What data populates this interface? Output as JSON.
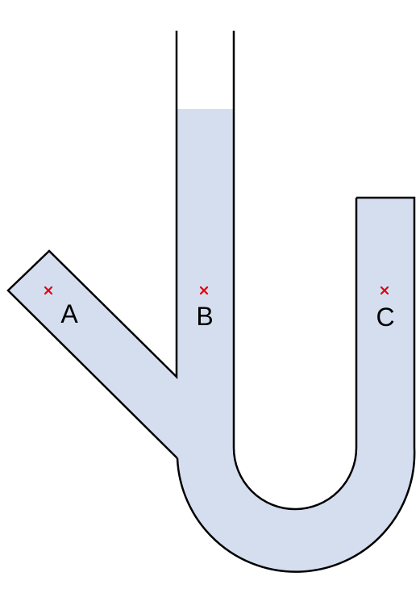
{
  "diagram": {
    "points": [
      {
        "id": "a",
        "label": "A"
      },
      {
        "id": "b",
        "label": "B"
      },
      {
        "id": "c",
        "label": "C"
      }
    ]
  },
  "colors": {
    "liquid": "#d5deef",
    "tube_outline": "#000000",
    "marker": "#e8000b",
    "background": "#ffffff"
  }
}
